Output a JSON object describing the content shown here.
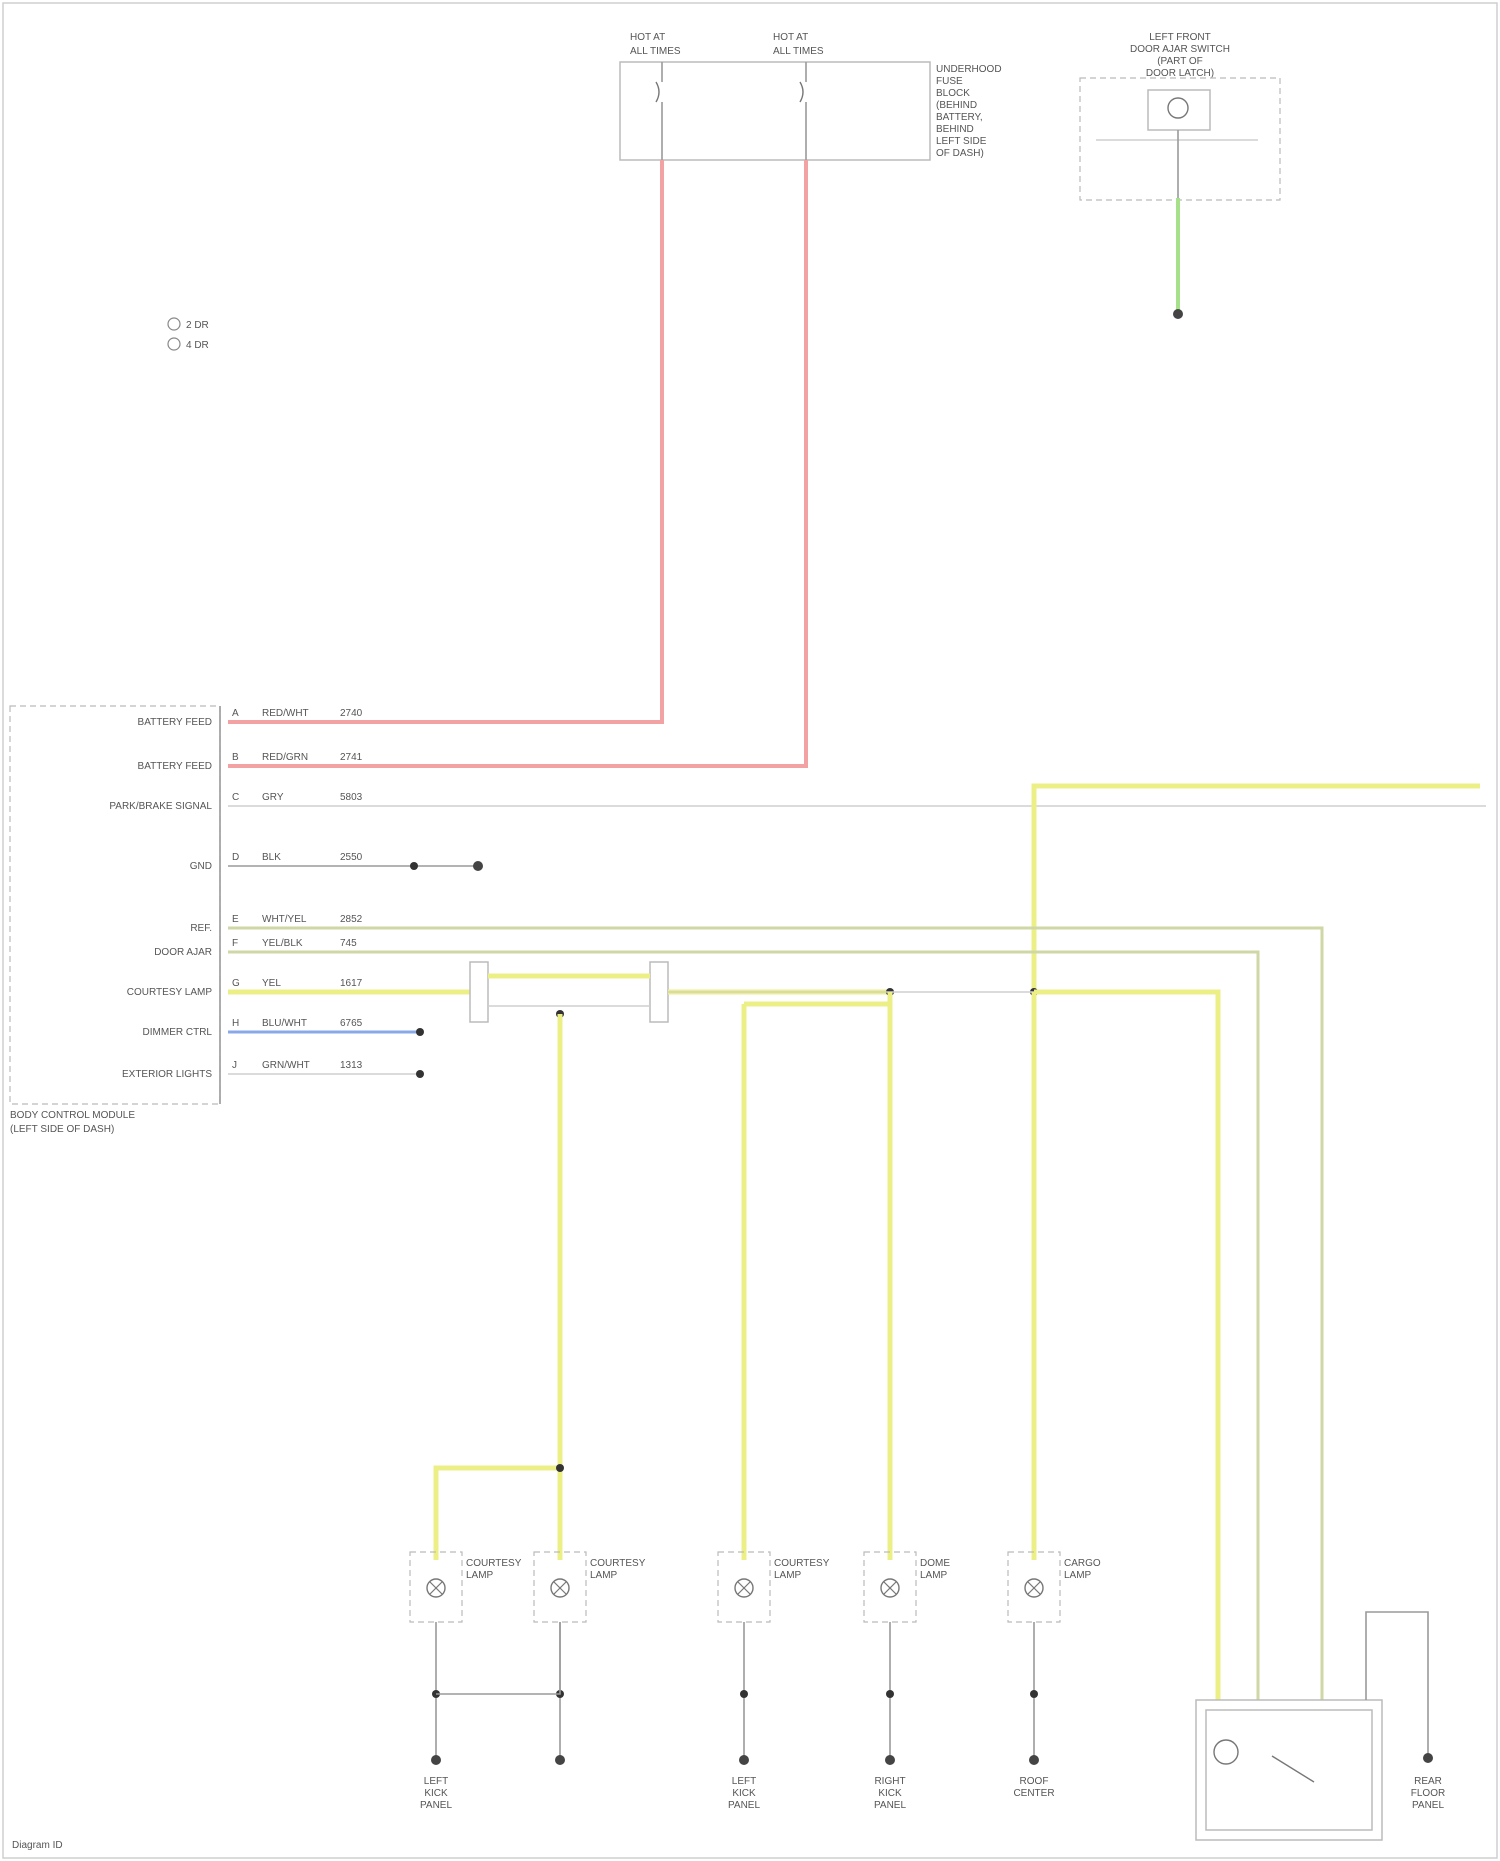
{
  "diagram": {
    "fuse_1": {
      "lines": [
        "HOT AT",
        "ALL TIMES"
      ]
    },
    "fuse_2": {
      "lines": [
        "HOT AT",
        "ALL TIMES"
      ]
    },
    "fuse_block_label": {
      "lines": [
        "UNDERHOOD",
        "FUSE",
        "BLOCK",
        "(BEHIND",
        "BATTERY,",
        "BEHIND",
        "LEFT SIDE",
        "OF DASH)"
      ]
    },
    "switch_top": {
      "lines": [
        "LEFT FRONT",
        "DOOR AJAR SWITCH",
        "(PART OF",
        "DOOR LATCH)"
      ]
    },
    "legend": {
      "items": [
        "2 DR",
        "4 DR"
      ]
    },
    "module": {
      "label_lines": [
        "BODY CONTROL MODULE",
        "(LEFT SIDE OF DASH)"
      ],
      "pins": [
        {
          "name": "BATTERY FEED",
          "pin": "A",
          "color": "RED/WHT",
          "circuit": "2740"
        },
        {
          "name": "BATTERY FEED",
          "pin": "B",
          "color": "RED/GRN",
          "circuit": "2741"
        },
        {
          "name": "PARK/BRAKE SIGNAL",
          "pin": "C",
          "color": "GRY",
          "circuit": "5803"
        },
        {
          "name": "GND",
          "pin": "D",
          "color": "BLK",
          "circuit": "2550"
        },
        {
          "name": "REF.",
          "pin": "E",
          "color": "WHT/YEL",
          "circuit": "2852"
        },
        {
          "name": "DOOR AJAR",
          "pin": "F",
          "color": "YEL/BLK",
          "circuit": "745"
        },
        {
          "name": "COURTESY LAMP",
          "pin": "G",
          "color": "YEL",
          "circuit": "1617"
        },
        {
          "name": "DIMMER CTRL",
          "pin": "H",
          "color": "BLU/WHT",
          "circuit": "6765"
        },
        {
          "name": "EXTERIOR LIGHTS",
          "pin": "J",
          "color": "GRN/WHT",
          "circuit": "1313"
        }
      ]
    },
    "lamps": [
      {
        "lines": [
          "COURTESY",
          "LAMP"
        ]
      },
      {
        "lines": [
          "COURTESY",
          "LAMP"
        ]
      },
      {
        "lines": [
          "COURTESY",
          "LAMP"
        ]
      },
      {
        "lines": [
          "DOME",
          "LAMP"
        ]
      },
      {
        "lines": [
          "CARGO",
          "LAMP"
        ]
      }
    ],
    "grounds": [
      {
        "lines": [
          "LEFT",
          "KICK",
          "PANEL"
        ]
      },
      {
        "lines": [
          "LEFT",
          "KICK",
          "PANEL"
        ]
      },
      {
        "lines": [
          "RIGHT",
          "KICK",
          "PANEL"
        ]
      },
      {
        "lines": [
          "ROOF",
          "CENTER"
        ]
      },
      {
        "lines": [
          "REAR",
          "FLOOR",
          "PANEL"
        ]
      }
    ],
    "footer": "Diagram ID"
  }
}
